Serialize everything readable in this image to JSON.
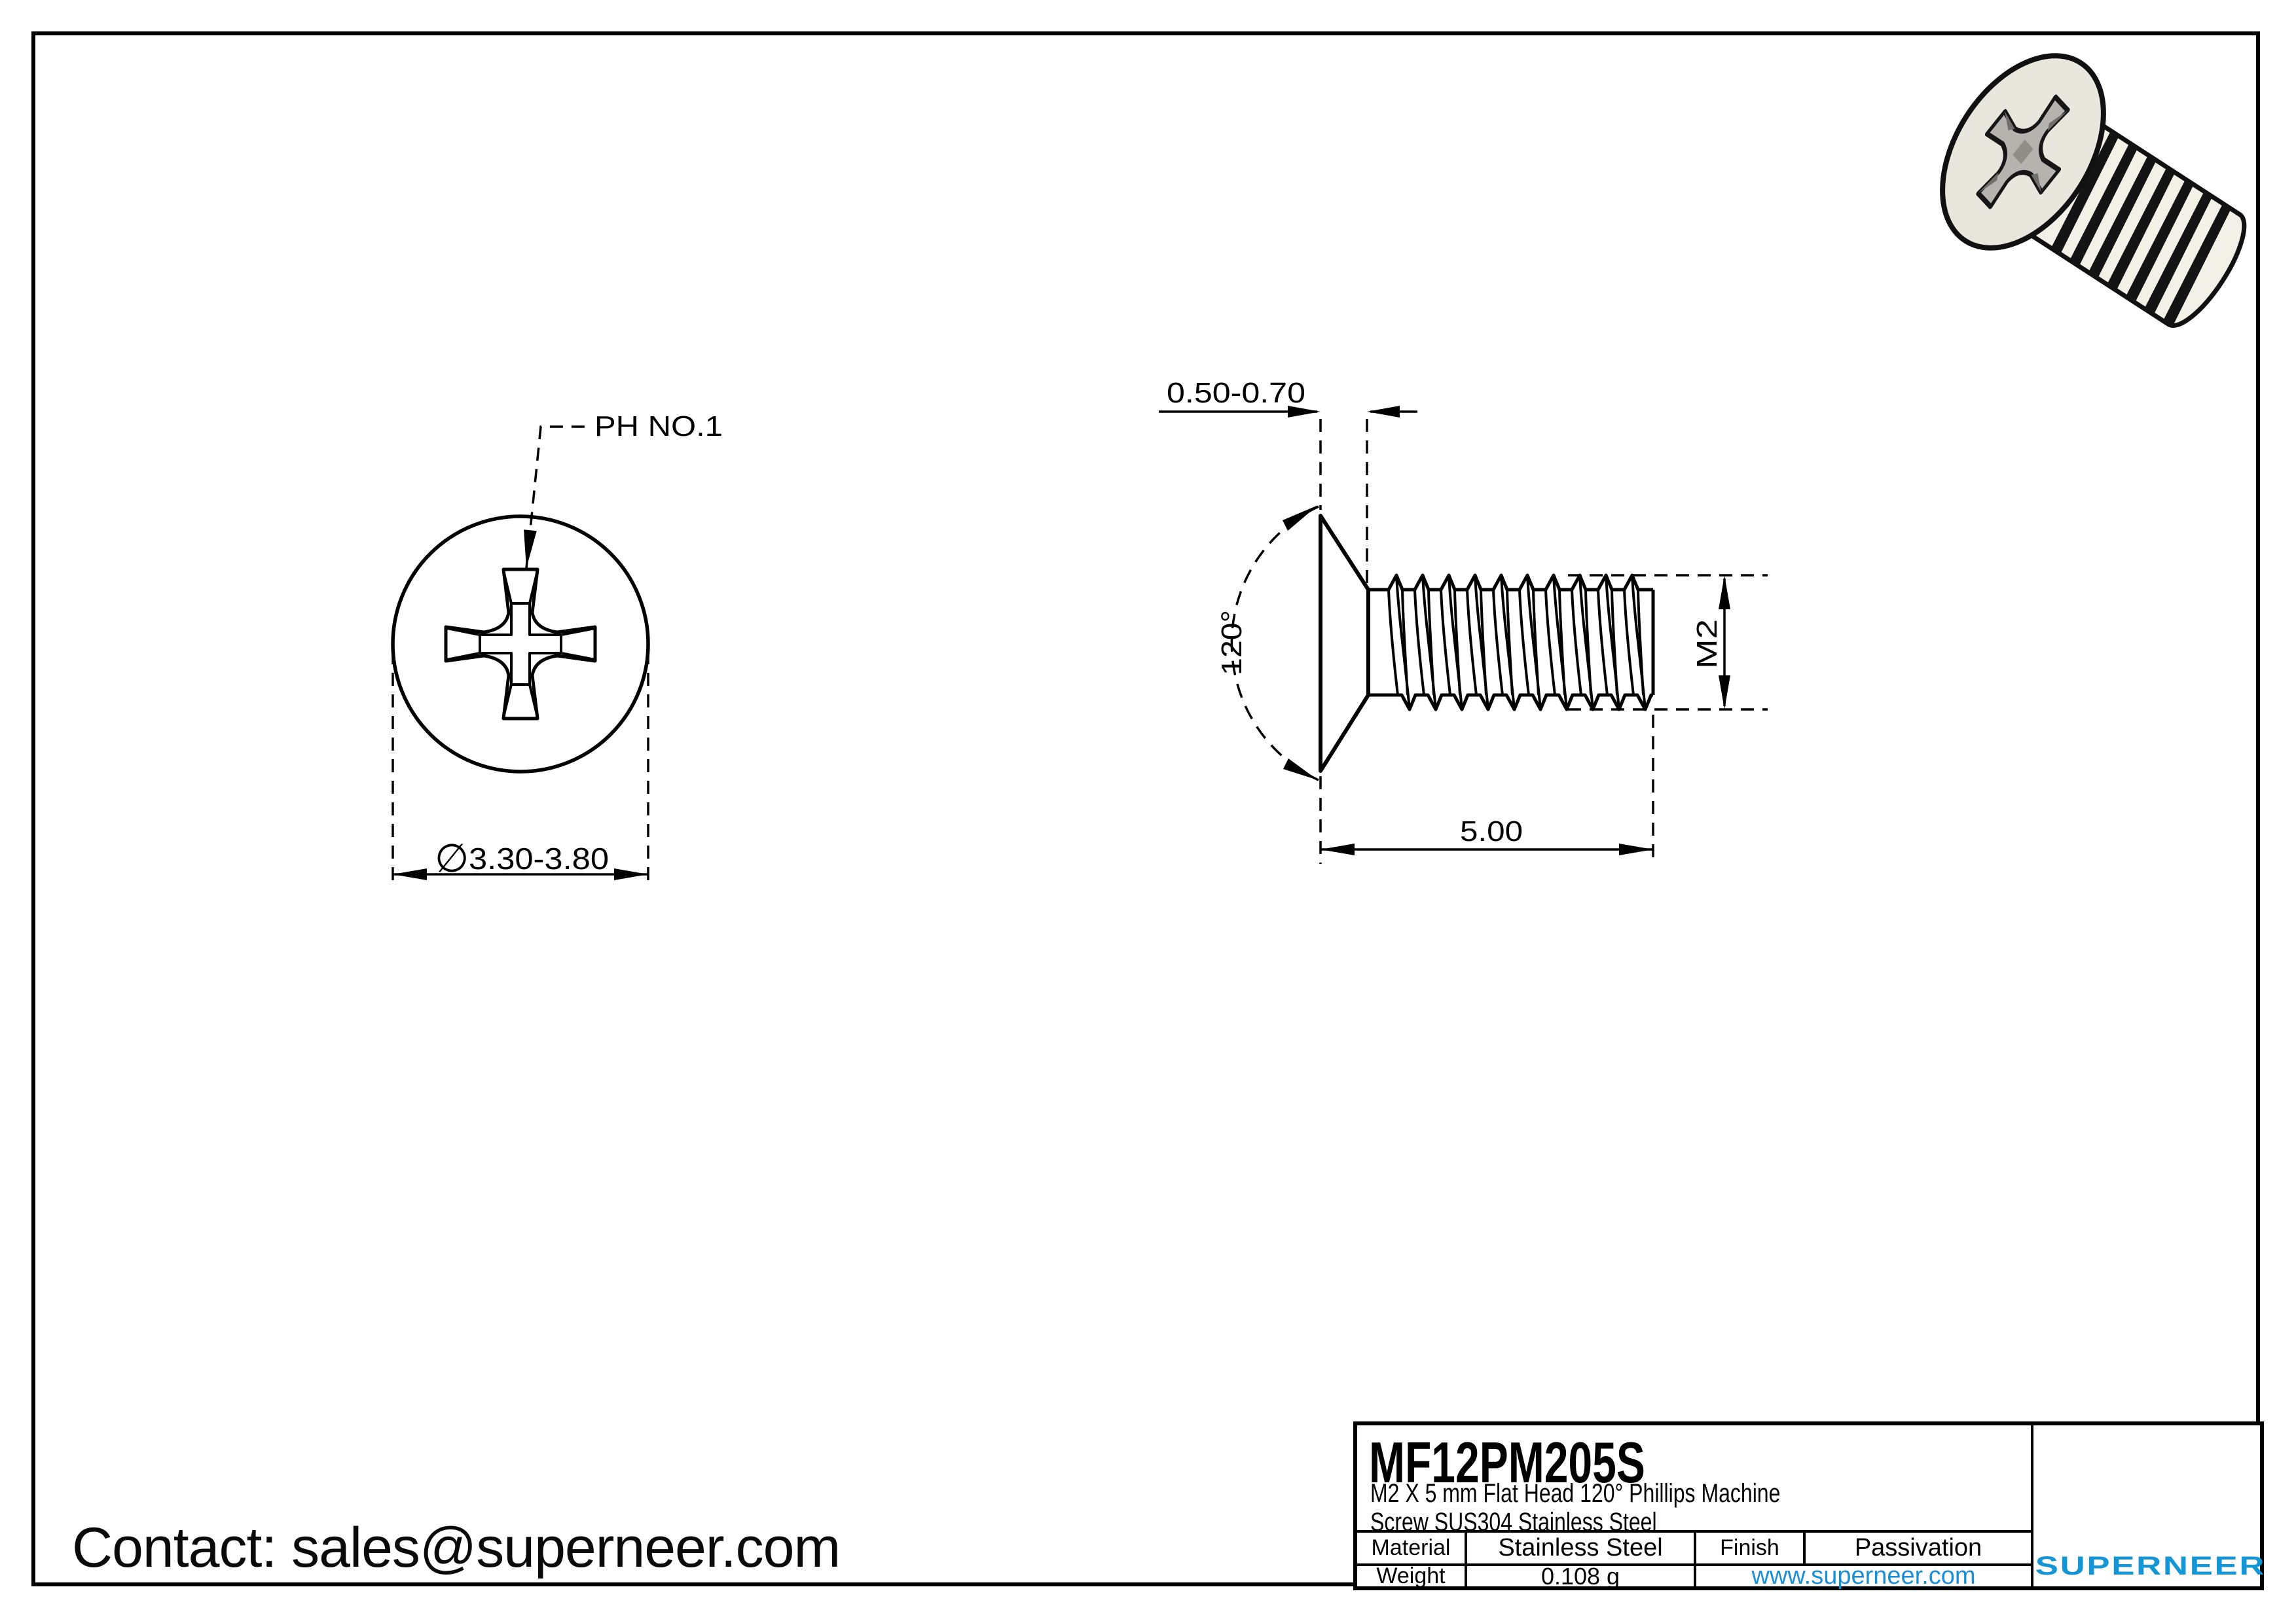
{
  "page": {
    "contact": "Contact: sales@superneer.com"
  },
  "front_view": {
    "recess_label": "PH NO.1",
    "diameter_symbol": "∅",
    "diameter_value": "3.30-3.80"
  },
  "side_view": {
    "head_height_value": "0.50-0.70",
    "countersink_angle": "120°",
    "thread_size": "M2",
    "length_value": "5.00"
  },
  "title_block": {
    "part_number": "MF12PM205S",
    "description_line1": "M2 X 5 mm  Flat Head 120° Phillips Machine",
    "description_line2": "Screw SUS304 Stainless Steel",
    "material_label": "Material",
    "material_value": "Stainless Steel",
    "finish_label": "Finish",
    "finish_value": "Passivation",
    "weight_label": "Weight",
    "weight_value": "0.108 g",
    "website": "www.superneer.com",
    "brand": "SUPERNEER"
  },
  "colors": {
    "brand_blue": "#1496d6",
    "link_blue": "#1b8fd6",
    "line_black": "#000000"
  }
}
